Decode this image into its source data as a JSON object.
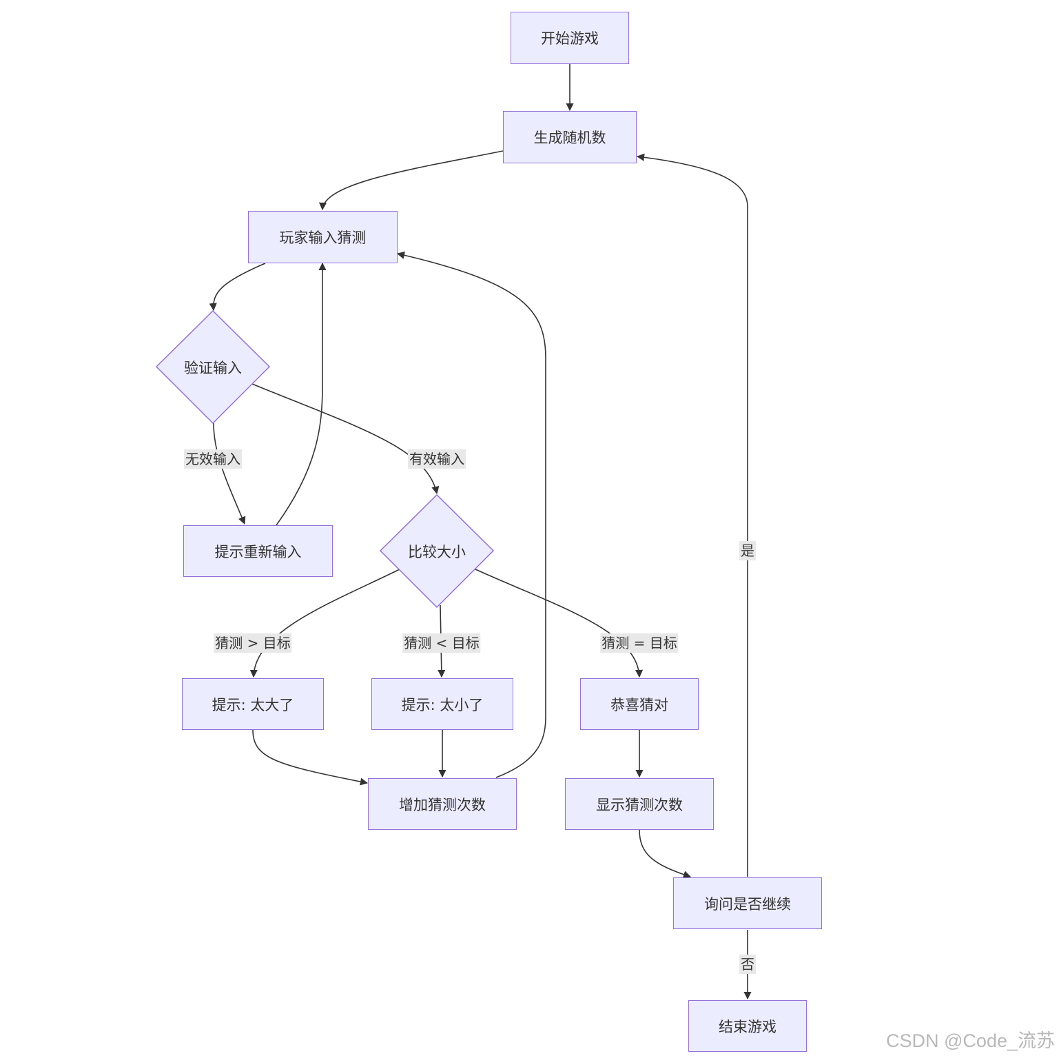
{
  "diagram": {
    "nodes": {
      "start": "开始游戏",
      "gen": "生成随机数",
      "input": "玩家输入猜测",
      "validate": "验证输入",
      "reprompt": "提示重新输入",
      "compare": "比较大小",
      "too_big": "提示: 太大了",
      "too_small": "提示: 太小了",
      "correct": "恭喜猜对",
      "inc": "增加猜测次数",
      "show": "显示猜测次数",
      "ask": "询问是否继续",
      "end": "结束游戏"
    },
    "edge_labels": {
      "invalid": "无效输入",
      "valid": "有效输入",
      "gt": "猜测 > 目标",
      "lt": "猜测 < 目标",
      "eq": "猜测 = 目标",
      "yes": "是",
      "no": "否"
    },
    "colors": {
      "node_fill": "#ECECFF",
      "node_border": "#9370DB",
      "edge": "#333333",
      "label_bg": "#e8e8e8"
    }
  },
  "watermark": "CSDN @Code_流苏"
}
